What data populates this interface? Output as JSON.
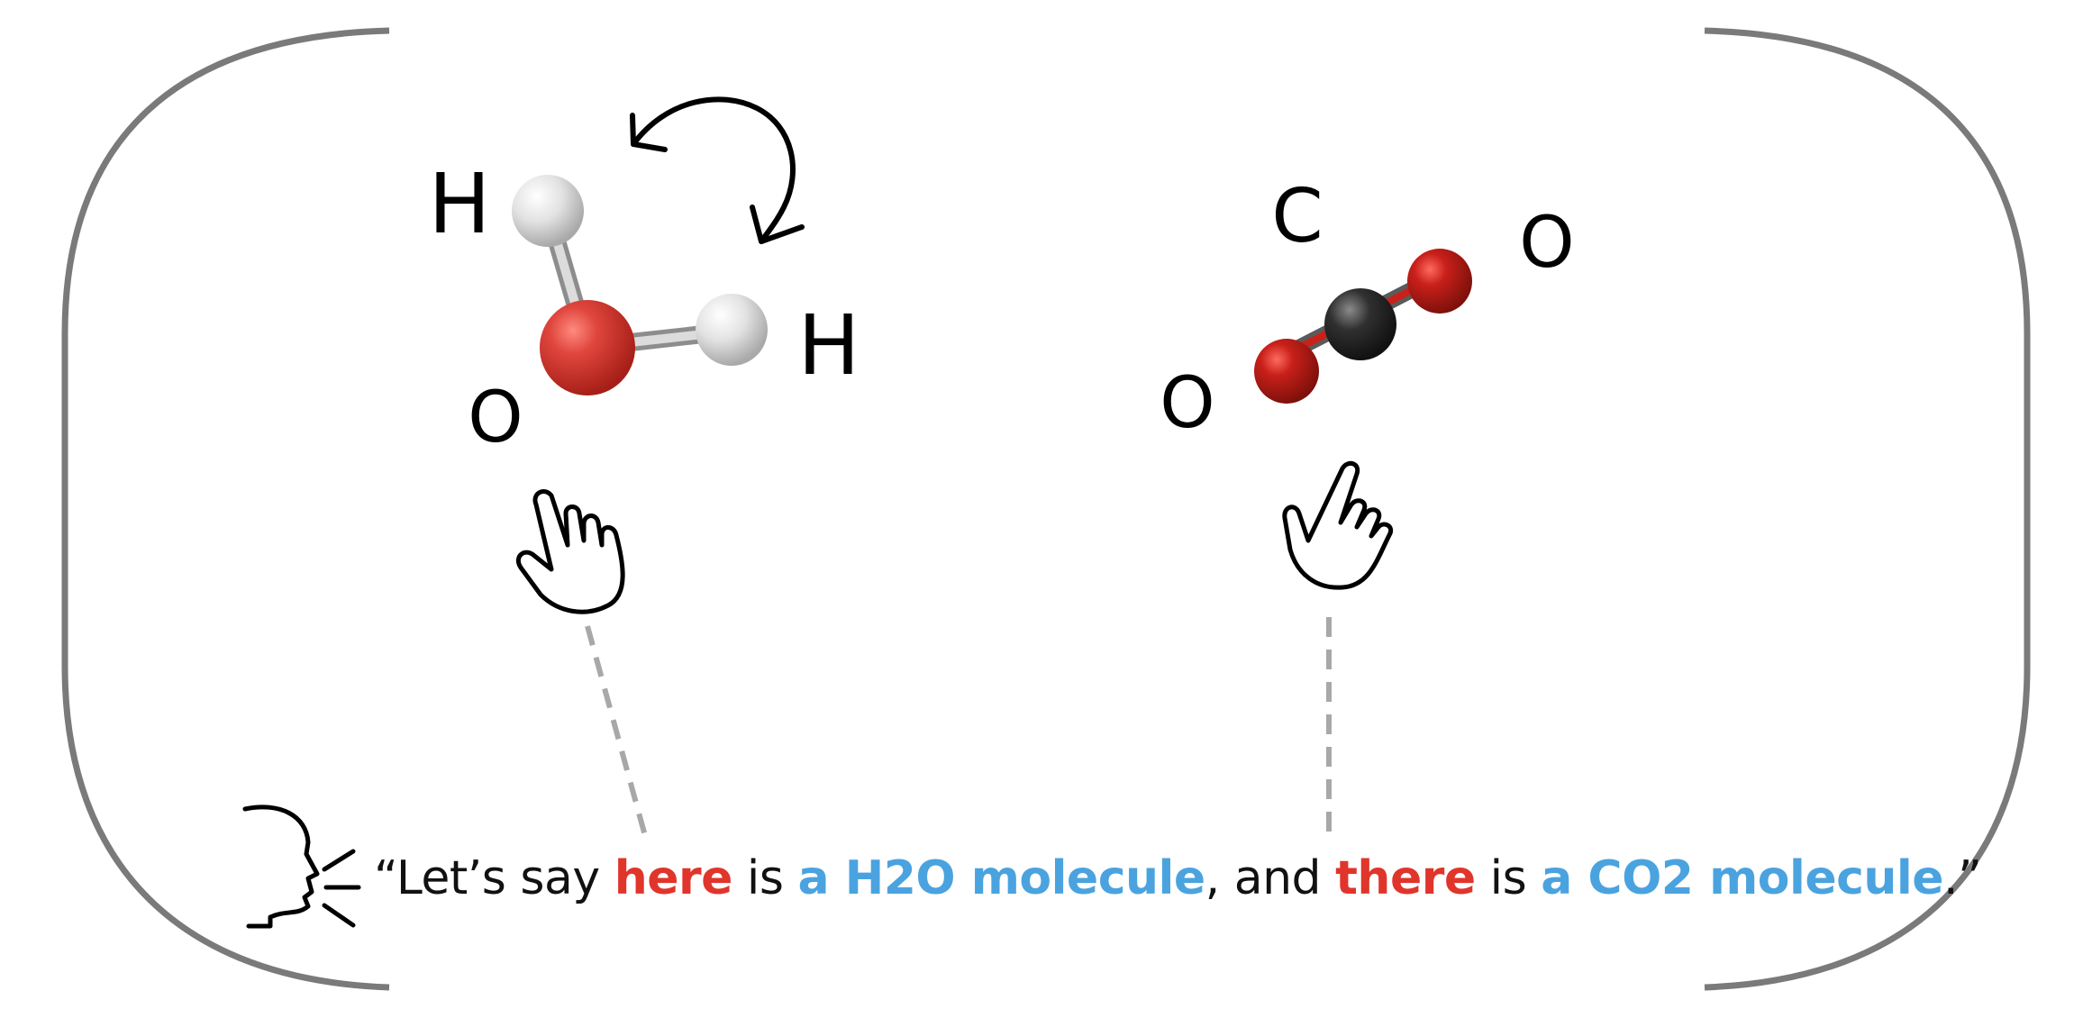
{
  "labels": {
    "h2o_h_left": "H",
    "h2o_h_right": "H",
    "h2o_o": "O",
    "co2_c": "C",
    "co2_o_left": "O",
    "co2_o_right": "O"
  },
  "caption": {
    "open_quote": "“Let’s say ",
    "word_here": "here",
    "is_1": " is ",
    "phrase_h2o": "a H2O molecule",
    "and": ", and ",
    "word_there": "there",
    "is_2": " is ",
    "phrase_co2": "a CO2 molecule",
    "close": ".”"
  },
  "colors": {
    "deictic": "#e0352b",
    "referent": "#4aa3df",
    "frame": "#7a7a7a",
    "dashed_line": "#a8a8a8",
    "oxygen_atom": "#d23a32",
    "hydrogen_atom": "#e8e8e8",
    "carbon_atom": "#2b2b2b"
  },
  "icons": [
    "pointing-hand-icon",
    "rotate-arrow-icon",
    "speaking-head-icon"
  ]
}
